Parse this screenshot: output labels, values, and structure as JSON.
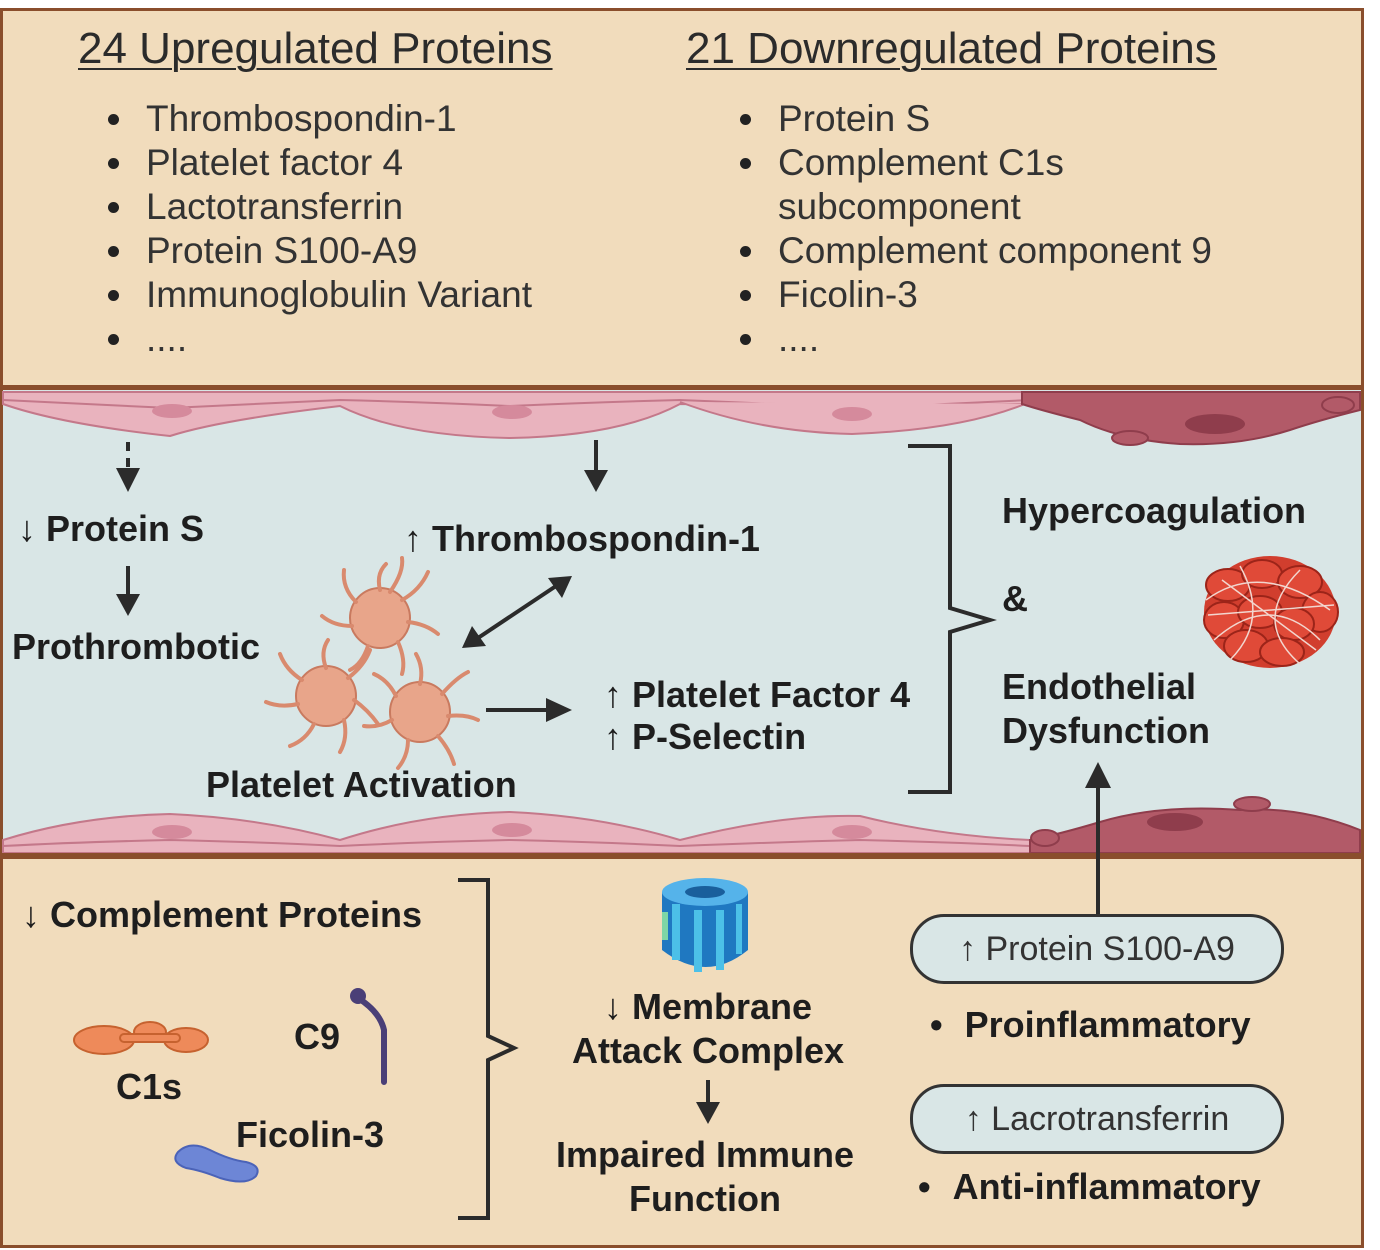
{
  "up": {
    "heading": "24 Upregulated Proteins",
    "items": [
      "Thrombospondin-1",
      "Platelet factor 4",
      "Lactotransferrin",
      "Protein S100-A9",
      "Immunoglobulin Variant",
      "...."
    ]
  },
  "down": {
    "heading": "21 Downregulated Proteins",
    "items": [
      "Protein S",
      "Complement C1s",
      "subcomponent",
      "Complement component 9",
      "Ficolin-3",
      "...."
    ]
  },
  "vessel": {
    "protein_s": "↓ Protein S",
    "prothrombotic": "Prothrombotic",
    "thrombospondin": "↑ Thrombospondin-1",
    "pf4": "↑ Platelet Factor 4",
    "pselectin": "↑ P-Selectin",
    "platelet_activation": "Platelet Activation",
    "hypercoagulation": "Hypercoagulation",
    "ampersand": "&",
    "endothelial": "Endothelial",
    "dysfunction": "Dysfunction"
  },
  "complement": {
    "heading": "↓ Complement Proteins",
    "c1s": "C1s",
    "c9": "C9",
    "ficolin": "Ficolin-3",
    "mac_line1": "↓ Membrane",
    "mac_line2": "Attack Complex",
    "impaired_line1": "Impaired Immune",
    "impaired_line2": "Function",
    "s100": "↑ Protein S100-A9",
    "proinflammatory": "Proinflammatory",
    "lactotransferrin": "↑ Lacrotransferrin",
    "antiinflammatory": "Anti-inflammatory"
  },
  "colors": {
    "panel_bg": "#f1dcbc",
    "panel_border": "#8a4e2c",
    "vessel_bg": "#d9e6e6",
    "vessel_wall": "#e9b3be",
    "platelet": "#e8a58a",
    "clot": "#c0392b",
    "c1s": "#ee8a5a",
    "ficolin": "#6d86d6",
    "c9": "#4a3f77",
    "mac": "#2e8fd0"
  },
  "icons": [
    "dashed-arrow-icon",
    "down-arrow-icon",
    "double-arrow-icon",
    "right-arrow-icon",
    "up-arrow-icon",
    "bracket-icon",
    "platelet-icon",
    "blood-clot-icon",
    "c1s-protein-icon",
    "c9-protein-icon",
    "ficolin-protein-icon",
    "membrane-attack-complex-icon"
  ]
}
